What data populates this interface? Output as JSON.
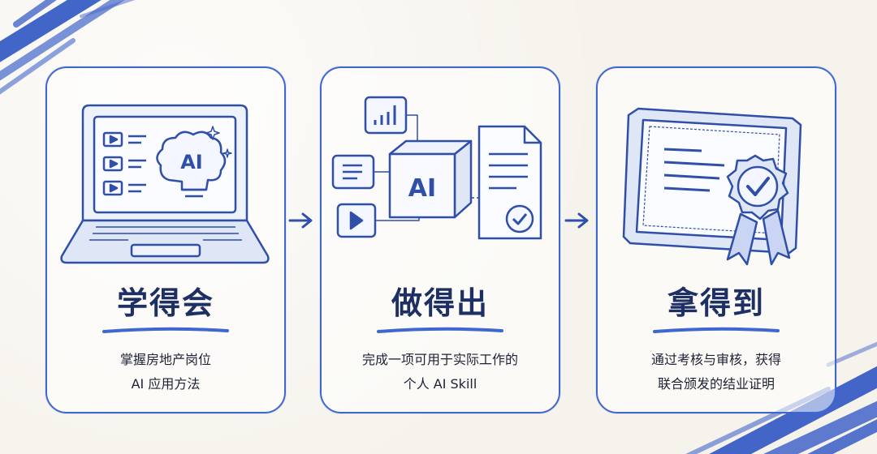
{
  "steps": [
    {
      "title": "学得会",
      "desc_line1": "掌握房地产岗位",
      "desc_line2": "AI 应用方法",
      "illustration_label": "AI"
    },
    {
      "title": "做得出",
      "desc_line1": "完成一项可用于实际工作的",
      "desc_line2": "个人 AI Skill",
      "illustration_label": "AI"
    },
    {
      "title": "拿得到",
      "desc_line1": "通过考核与审核，获得",
      "desc_line2": "联合颁发的结业证明",
      "illustration_label": ""
    }
  ],
  "colors": {
    "accent": "#3f67d0",
    "title": "#1d2f63",
    "text": "#1d2235",
    "background": "#f6f3ec"
  },
  "icons": {
    "card1": "laptop-ai-brain-icon",
    "card2": "ai-cube-workflow-icon",
    "card3": "certificate-badge-icon",
    "connector": "arrow-right-icon"
  }
}
